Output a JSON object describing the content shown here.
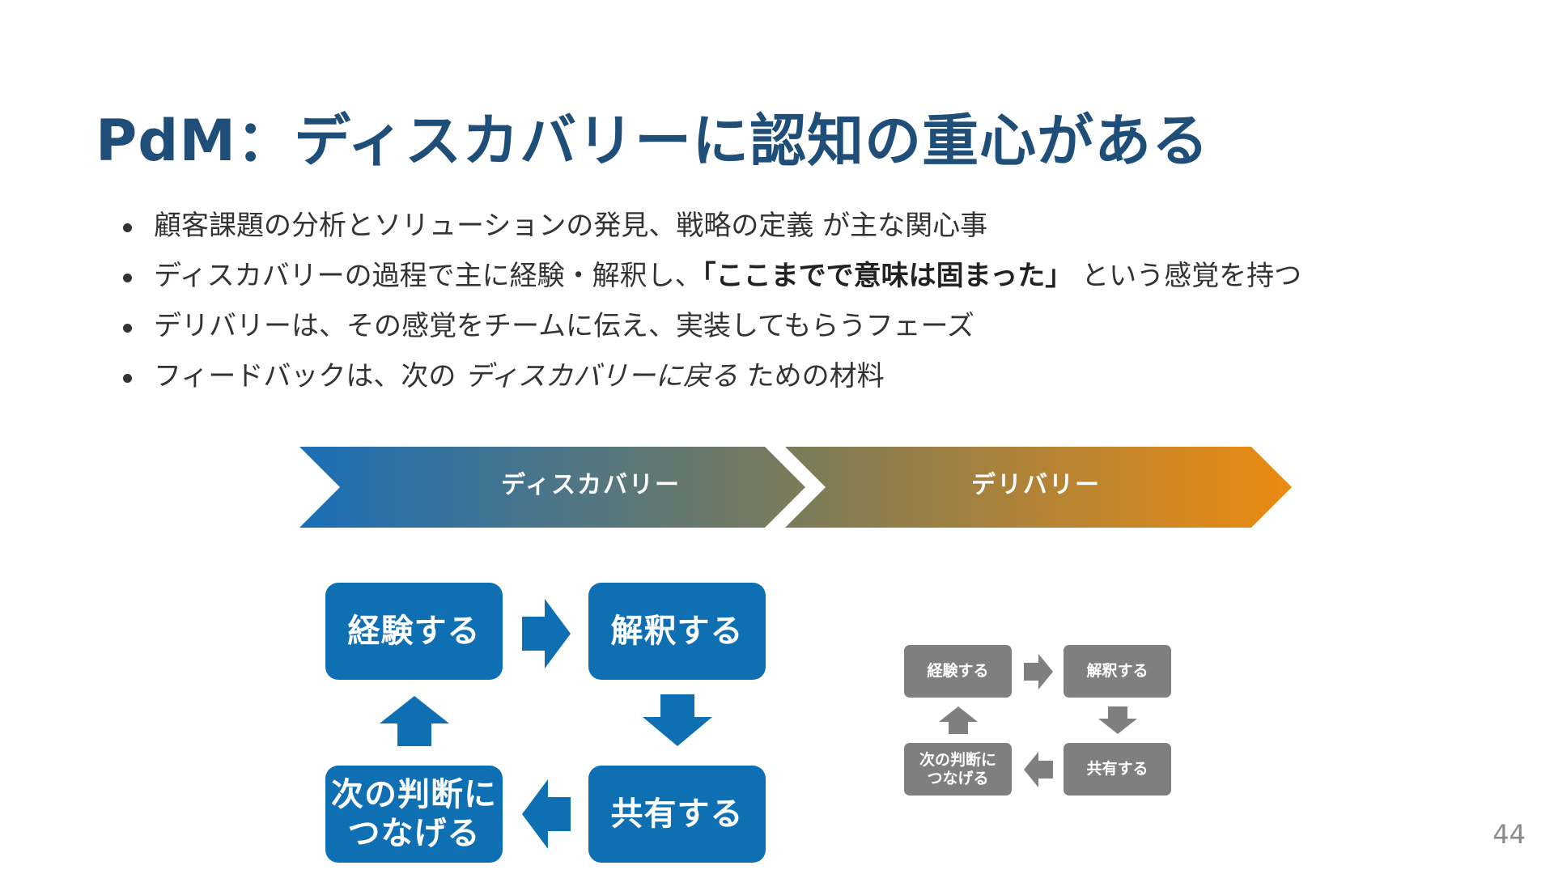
{
  "slide": {
    "title": "PdM：ディスカバリーに認知の重心がある",
    "bullets": [
      {
        "text": "顧客課題の分析とソリューションの発見、戦略の定義 が主な関心事"
      },
      {
        "text_before": "ディスカバリーの過程で主に経験・解釈し、",
        "bold": "「ここまでで意味は固まった」",
        "text_after": " という感覚を持つ"
      },
      {
        "text": "デリバリーは、その感覚をチームに伝え、実装してもらうフェーズ"
      },
      {
        "text_before": "フィードバックは、次の ",
        "italic": "ディスカバリーに戻る",
        "text_after": " ための材料"
      }
    ],
    "page_number": "44"
  },
  "phases": {
    "discovery_label": "ディスカバリー",
    "delivery_label": "デリバリー",
    "colors": {
      "discovery_start": "#1a6fb7",
      "midpoint": "#7b7b5a",
      "delivery_end": "#ec8b10"
    }
  },
  "cycle_large": {
    "color": "#0e6fb3",
    "steps": {
      "experience": "経験する",
      "interpret": "解釈する",
      "share": "共有する",
      "next": "次の判断に\nつなげる"
    }
  },
  "cycle_small": {
    "color": "#7f7f7f",
    "steps": {
      "experience": "経験する",
      "interpret": "解釈する",
      "share": "共有する",
      "next": "次の判断に\nつなげる"
    }
  }
}
